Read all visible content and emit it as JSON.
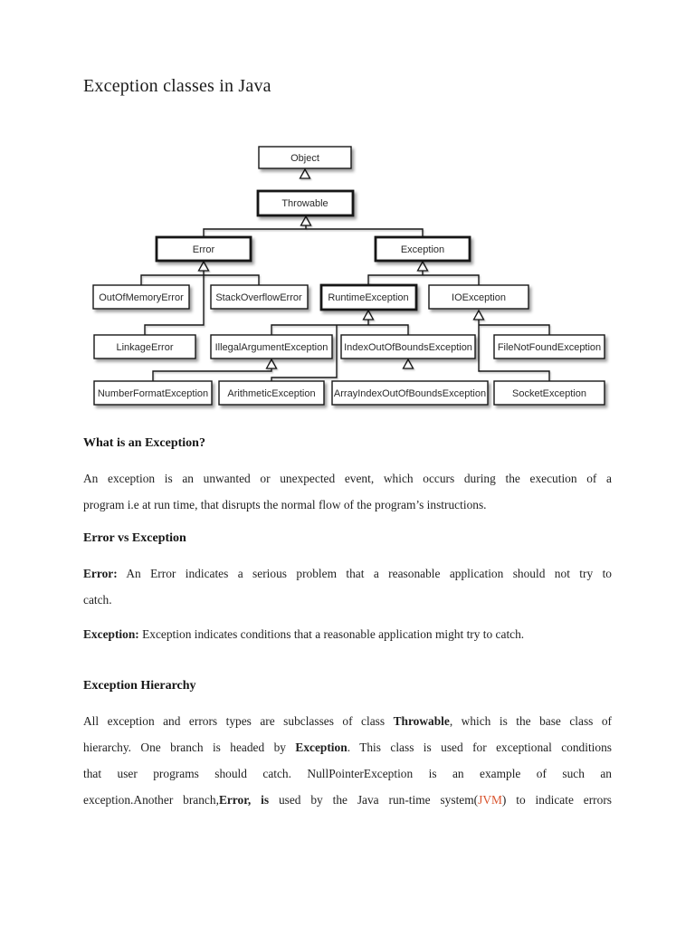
{
  "page_title": "Exception classes in Java",
  "colors": {
    "jvm_link": "#d9542e",
    "text": "#1f1f1f",
    "box_border": "#151515"
  },
  "diagram": {
    "nodes": [
      {
        "label": "Object",
        "emphasis": false
      },
      {
        "label": "Throwable",
        "emphasis": true
      },
      {
        "label": "Error",
        "emphasis": true
      },
      {
        "label": "Exception",
        "emphasis": true
      },
      {
        "label": "OutOfMemoryError",
        "emphasis": false
      },
      {
        "label": "StackOverflowError",
        "emphasis": false
      },
      {
        "label": "RuntimeException",
        "emphasis": true
      },
      {
        "label": "IOException",
        "emphasis": false
      },
      {
        "label": "LinkageError",
        "emphasis": false
      },
      {
        "label": "IllegalArgumentException",
        "emphasis": false
      },
      {
        "label": "IndexOutOfBoundsException",
        "emphasis": false
      },
      {
        "label": "FileNotFoundException",
        "emphasis": false
      },
      {
        "label": "NumberFormatException",
        "emphasis": false
      },
      {
        "label": "ArithmeticException",
        "emphasis": false
      },
      {
        "label": "ArrayIndexOutOfBoundsException",
        "emphasis": false
      },
      {
        "label": "SocketException",
        "emphasis": false
      }
    ],
    "relations": [
      {
        "child": "Throwable",
        "parent": "Object"
      },
      {
        "child": "Error",
        "parent": "Throwable"
      },
      {
        "child": "Exception",
        "parent": "Throwable"
      },
      {
        "child": "OutOfMemoryError",
        "parent": "Error"
      },
      {
        "child": "StackOverflowError",
        "parent": "Error"
      },
      {
        "child": "LinkageError",
        "parent": "Error"
      },
      {
        "child": "RuntimeException",
        "parent": "Exception"
      },
      {
        "child": "IOException",
        "parent": "Exception"
      },
      {
        "child": "IllegalArgumentException",
        "parent": "RuntimeException"
      },
      {
        "child": "IndexOutOfBoundsException",
        "parent": "RuntimeException"
      },
      {
        "child": "ArithmeticException",
        "parent": "RuntimeException"
      },
      {
        "child": "NumberFormatException",
        "parent": "IllegalArgumentException"
      },
      {
        "child": "ArrayIndexOutOfBoundsException",
        "parent": "IndexOutOfBoundsException"
      },
      {
        "child": "FileNotFoundException",
        "parent": "IOException"
      },
      {
        "child": "SocketException",
        "parent": "IOException"
      }
    ]
  },
  "sections": {
    "what_is": {
      "heading": "What is an Exception?",
      "lines": [
        {
          "just": true,
          "runs": [
            {
              "t": "An exception is an unwanted or unexpected event, which occurs during the execution of a"
            }
          ]
        },
        {
          "just": false,
          "runs": [
            {
              "t": "program i.e at run time, that disrupts the normal flow of the program’s instructions."
            }
          ]
        }
      ]
    },
    "error_vs_exception": {
      "heading": "Error vs Exception",
      "error_def": [
        {
          "just": true,
          "runs": [
            {
              "t": "Error:",
              "b": true
            },
            {
              "t": " An Error indicates a serious problem that a reasonable application should not try to"
            }
          ]
        },
        {
          "just": false,
          "runs": [
            {
              "t": "catch."
            }
          ]
        }
      ],
      "exception_def": [
        {
          "just": false,
          "runs": [
            {
              "t": "Exception:",
              "b": true
            },
            {
              "t": " Exception indicates conditions that a reasonable application might try to catch."
            }
          ]
        }
      ]
    },
    "hierarchy": {
      "heading": "Exception Hierarchy",
      "lines": [
        {
          "just": true,
          "runs": [
            {
              "t": "All exception and errors types are subclasses of class "
            },
            {
              "t": "Throwable",
              "b": true
            },
            {
              "t": ", which is the base class of"
            }
          ]
        },
        {
          "just": true,
          "runs": [
            {
              "t": "hierarchy. One branch is headed by "
            },
            {
              "t": "Exception",
              "b": true
            },
            {
              "t": ". This class is used for exceptional conditions"
            }
          ]
        },
        {
          "just": true,
          "runs": [
            {
              "t": "that user programs should catch. NullPointerException is an example of such an"
            }
          ]
        },
        {
          "just": true,
          "runs": [
            {
              "t": "exception.Another branch,"
            },
            {
              "t": "Error, is",
              "b": true
            },
            {
              "t": " used by the Java run-time system("
            },
            {
              "t": "JVM",
              "link": true
            },
            {
              "t": ") to indicate errors"
            }
          ]
        }
      ]
    }
  }
}
